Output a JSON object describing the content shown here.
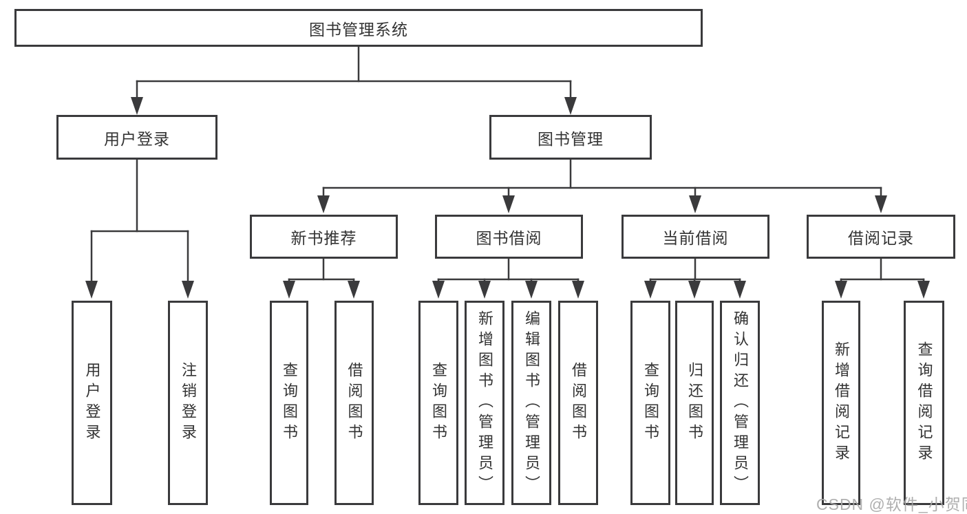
{
  "tree": {
    "root": "图书管理系统",
    "level2": [
      "用户登录",
      "图书管理"
    ],
    "level3": [
      "新书推荐",
      "图书借阅",
      "当前借阅",
      "借阅记录"
    ],
    "leaves": {
      "user_login": [
        "用户登录",
        "注销登录"
      ],
      "new_book": [
        "查询图书",
        "借阅图书"
      ],
      "book_borrow": [
        "查询图书",
        "新增图书（管理员）",
        "编辑图书（管理员）",
        "借阅图书"
      ],
      "current_borrow": [
        "查询图书",
        "归还图书",
        "确认归还（管理员）"
      ],
      "borrow_record": [
        "新增借阅记录",
        "查询借阅记录"
      ]
    }
  },
  "watermark": "CSDN @软件_小贺同学",
  "colors": {
    "line": "#3a3a3c",
    "text": "#333333",
    "watermark": "#a8a8a8",
    "background": "#ffffff"
  }
}
